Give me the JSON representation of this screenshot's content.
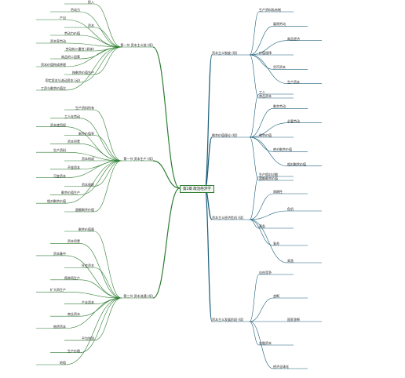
{
  "root": "第2章 政治经济学",
  "left_branches": [
    {
      "label": "第一节 资本主义前 (续)",
      "nodes": [
        {
          "text": "投入"
        },
        {
          "text": "劳动力"
        },
        {
          "text": "产出"
        },
        {
          "text": "资本"
        },
        {
          "text": "劳动力价值"
        },
        {
          "text": "资本家劳动"
        },
        {
          "text": "劳动的二重性 (具体)"
        },
        {
          "text": "商品的二因素"
        },
        {
          "text": "资本价值构成原理"
        },
        {
          "text": "按剩余价值生产"
        },
        {
          "text": "固定资本与流动资本 (动)"
        },
        {
          "text": "工资与剩余价值比"
        }
      ]
    },
    {
      "label": "第一节 资本生产 (续)",
      "nodes": [
        {
          "text": "生产资料所有"
        },
        {
          "text": "工人在劳动"
        },
        {
          "text": "资本使用权"
        },
        {
          "text": "剩余价值率"
        },
        {
          "text": "资本积累"
        },
        {
          "text": "生产资料"
        },
        {
          "text": "资本构成"
        },
        {
          "text": "不变资本"
        },
        {
          "text": "可变资本"
        },
        {
          "text": "资本周转"
        },
        {
          "text": "剩余价值生产"
        },
        {
          "text": "相对剩余价值"
        },
        {
          "text": "超额剩余价值"
        }
      ]
    },
    {
      "label": "第三节 资本流通 (续)",
      "nodes": [
        {
          "text": "剩余价值量"
        },
        {
          "text": "资本积累"
        },
        {
          "text": "资本集中"
        },
        {
          "text": "社会资本"
        },
        {
          "text": "简单再生产"
        },
        {
          "text": "扩大再生产"
        },
        {
          "text": "产业资本"
        },
        {
          "text": "商业资本"
        },
        {
          "text": "借贷资本"
        },
        {
          "text": "平均利润"
        },
        {
          "text": "生产价格"
        },
        {
          "text": "地租"
        }
      ]
    }
  ],
  "right_branches": [
    {
      "label": "资本主义制度 (续)",
      "nodes": [
        {
          "text": "生产资料私有制"
        },
        {
          "text": "雇佣劳动"
        },
        {
          "text": "商品经济"
        },
        {
          "text": "价值规律"
        },
        {
          "text": "货币资本"
        },
        {
          "text": "生产资本"
        },
        {
          "text": "商品资本"
        }
      ]
    },
    {
      "label": "剩余价值理论 (续)",
      "nodes": [
        {
          "text": "工人"
        },
        {
          "text": "剩余劳动"
        },
        {
          "text": "必要劳动"
        },
        {
          "text": "剩余价值"
        },
        {
          "text": "绝对剩余价值"
        },
        {
          "text": "相对剩余价值"
        },
        {
          "text": "超额剩余价值"
        }
      ]
    },
    {
      "label": "资本主义经济危机 (续)",
      "nodes": [
        {
          "text": "生产相对过剩"
        },
        {
          "text": "周期性"
        },
        {
          "text": "危机"
        },
        {
          "text": "萧条"
        },
        {
          "text": "复苏"
        },
        {
          "text": "高涨"
        }
      ]
    },
    {
      "label": "资本主义发展阶段 (续)",
      "nodes": [
        {
          "text": "自由竞争"
        },
        {
          "text": "垄断"
        },
        {
          "text": "国家垄断"
        },
        {
          "text": "金融资本"
        },
        {
          "text": "经济全球化"
        }
      ]
    }
  ]
}
